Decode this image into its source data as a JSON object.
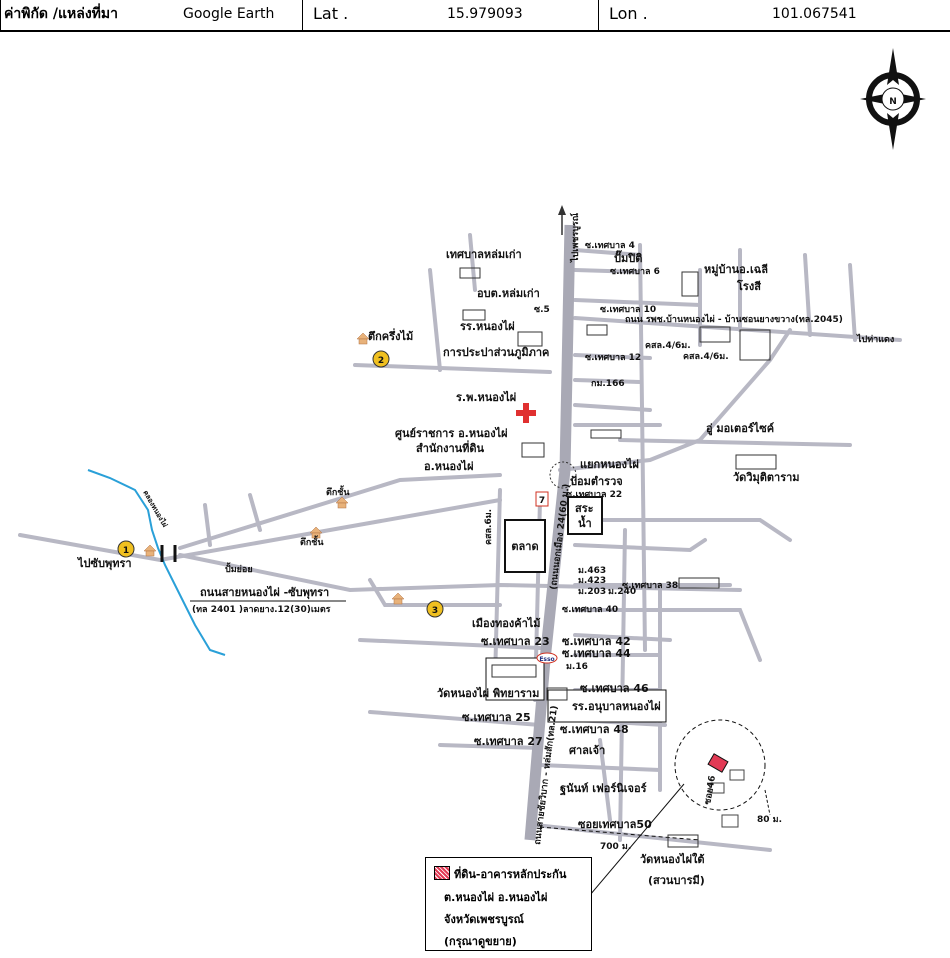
{
  "header": {
    "coord_source_label": "ค่าพิกัด /แหล่งที่มา",
    "source_value": "Google Earth",
    "lat_label": "Lat .",
    "lat_value": "15.979093",
    "lon_label": "Lon .",
    "lon_value": "101.067541"
  },
  "compass": {
    "north_label": "N"
  },
  "labels": {
    "to_phetchabun": "ไปเพชรบูรณ์",
    "soi_4": "ซ.เทศบาล 4",
    "ptt": "ปั๊มปิติ",
    "soi_6": "ซ.เทศบาล 6",
    "village": "หมู่บ้านอ.เฉลี",
    "old_municipality": "เทศบาลหล่มเก่า",
    "rongsi": "โรงสี",
    "old_sao": "อบต.หล่มเก่า",
    "soi_5": "ซ.5",
    "soi_10": "ซ.เทศบาล 10",
    "rd_hospital": "ถนน รพช.บ้านหนองไผ่ - บ้านซอนยางขวาง(ทล.2045)",
    "to_tha_daeng": "ไปท่าแดง",
    "building_wood": "ตึกครึ่งไม้",
    "school_nongphai": "รร.หนองไผ่",
    "soi_12": "ซ.เทศบาล 12",
    "kmso_4_6": "คสล.4/6ม.",
    "kmso_4_6b": "คสล.4/6ม.",
    "waterworks": "การประปาส่วนภูมิภาค",
    "km166": "กม.166",
    "hospital": "ร.พ.หนองไผ่",
    "motorcycle": "อู่ มอเตอร์ไซค์",
    "gov_center": "ศูนย์ราชการ อ.หนองไผ่",
    "land_office": "สำนักงานที่ดิน",
    "district": "อ.หนองไผ่",
    "wat_wimut": "วัดวิมุติตาราม",
    "intersection": "แยกหนองไผ่",
    "police_box": "ป้อมตำรวจ",
    "shophouse_1": "ตึกชั้น",
    "shophouse_2": "ตึกชั้น",
    "soi_22": "ซ.เทศบาล 22",
    "pond_1": "สระ",
    "pond_2": "น้ำ",
    "canal": "คลองหนองไผ่",
    "kmso_6": "คสล.6ม.",
    "market": "ตลาด",
    "to_chonburi": "ไปซับพุทรา",
    "gas_station": "ปั้มย่อย",
    "rd_main": "ถนนสายหนองไผ่ -ซับพุทรา",
    "rd_main_spec": "(ทล 2401 )ลาดยาง.12(30)เมตร",
    "hwy21": "ถนนสายชัยวิบาก - หล่มสัก(ทล.21)",
    "hwy24": "(ถนนนอกเมือง 24(60 ม.)",
    "s463": "ม.463",
    "s423": "ม.423",
    "s203": "ม.203",
    "s240": "ม.240",
    "soi_38": "ซ.เทศบาล 38",
    "soi_40": "ซ.เทศบาล 40",
    "mueang_thong": "เมืองทองค้าไม้",
    "soi_23": "ซ.เทศบาล 23",
    "soi_42": "ซ.เทศบาล 42",
    "soi_44": "ซ.เทศบาล 44",
    "m16": "ม.16",
    "wat_nongphai": "วัดหนองไผ่ พิทยาราม",
    "soi_46": "ซ.เทศบาล 46",
    "kindergarten": "รร.อนุบาลหนองไผ่",
    "soi_25": "ซ.เทศบาล 25",
    "soi_48": "ซ.เทศบาล 48",
    "soi_27": "ซ.เทศบาล 27",
    "shrine": "ศาลเจ้า",
    "furniture": "ฐนันท์ เฟอร์นิเจอร์",
    "soi_50": "ซอยเทศบาล50",
    "soi_46b": "ซอย46",
    "dist_80": "80 ม.",
    "dist_700": "700 ม.",
    "wat_south": "วัดหนองไผ่ใต้",
    "suan_barami": "(สวนบารมี)",
    "p1": "1",
    "p2": "2",
    "p3": "3",
    "seven": "7",
    "esso": "Esso"
  },
  "legend": {
    "line1": "ที่ดิน-อาคารหลักประกัน",
    "line2": "ต.หนองไผ่ อ.หนองไผ่",
    "line3": "จังหวัดเพชรบูรณ์",
    "line4": "(กรุณาดูขยาย)"
  },
  "colors": {
    "road": "#b8b8c4",
    "main_road": "#a9a9b5",
    "river": "#2aa0d8",
    "collateral": "#e23a55",
    "marker": "#f0c020"
  }
}
